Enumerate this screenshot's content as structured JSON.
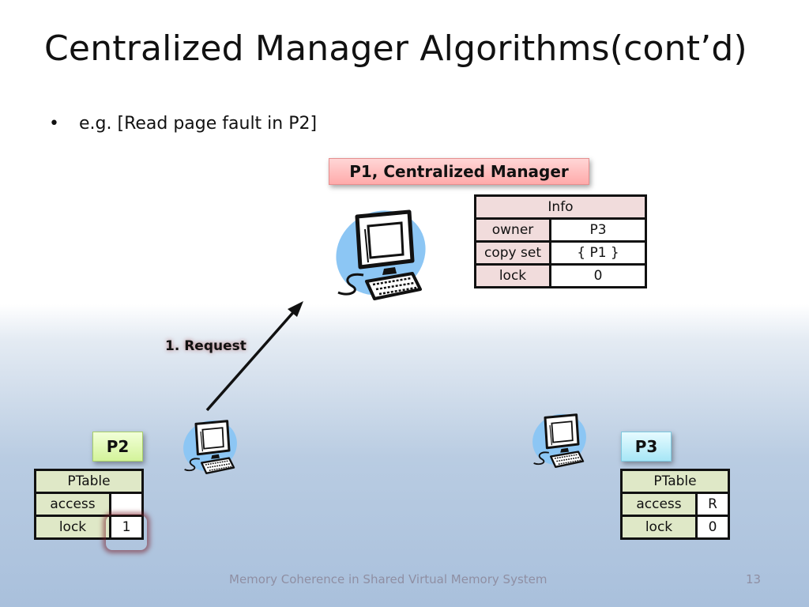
{
  "slide": {
    "title": "Centralized Manager Algorithms(cont’d)",
    "bullet": "e.g. [Read page fault in P2]",
    "bullet_marker": "•"
  },
  "manager": {
    "label": "P1, Centralized Manager",
    "info_table": {
      "header": "Info",
      "rows": [
        {
          "key": "owner",
          "value": "P3"
        },
        {
          "key": "copy set",
          "value": "{ P1 }"
        },
        {
          "key": "lock",
          "value": "0"
        }
      ]
    }
  },
  "p2": {
    "label": "P2",
    "ptable": {
      "header": "PTable",
      "rows": [
        {
          "key": "access",
          "value": ""
        },
        {
          "key": "lock",
          "value": "1"
        }
      ]
    }
  },
  "p3": {
    "label": "P3",
    "ptable": {
      "header": "PTable",
      "rows": [
        {
          "key": "access",
          "value": "R"
        },
        {
          "key": "lock",
          "value": "0"
        }
      ]
    }
  },
  "arrow": {
    "label": "1. Request"
  },
  "footer": {
    "text": "Memory Coherence in Shared Virtual Memory System",
    "page": "13"
  },
  "colors": {
    "manager_fill": "#ffaaaa",
    "p2_fill": "#d3f39a",
    "p3_fill": "#a7e6f6",
    "computer_blob": "#8cc6f4",
    "info_key_fill": "#f1dcdc",
    "ptable_key_fill": "#dfe8c7"
  },
  "icons": [
    "computer-icon-p1",
    "computer-icon-p2",
    "computer-icon-p3"
  ]
}
